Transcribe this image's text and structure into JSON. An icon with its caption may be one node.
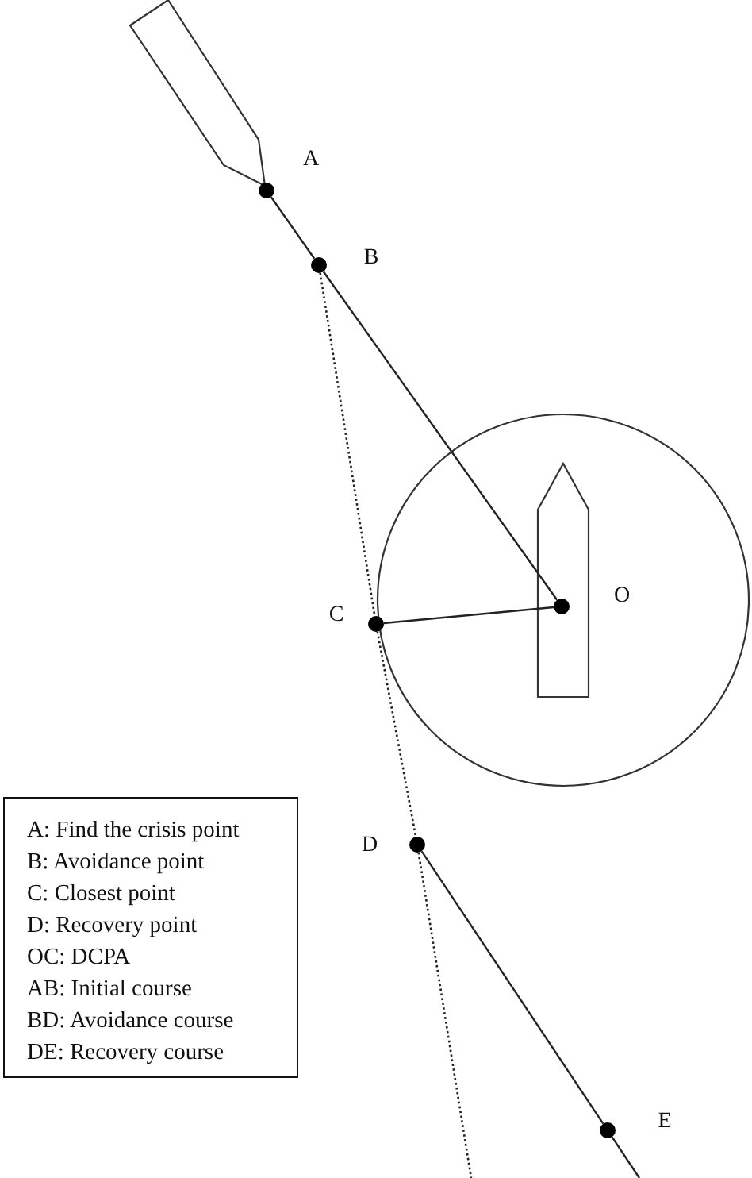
{
  "diagram": {
    "nodes": [
      {
        "text": [],
        "shape": "circle",
        "beside": [
          "A"
        ]
      },
      {
        "text": [],
        "shape": "circle",
        "beside": [
          "B"
        ]
      },
      {
        "text": [],
        "shape": "circle",
        "beside": [
          "O"
        ]
      },
      {
        "text": [],
        "shape": "circle",
        "beside": [
          "C"
        ]
      },
      {
        "text": [],
        "shape": "circle",
        "beside": [
          "D"
        ]
      },
      {
        "text": [],
        "shape": "circle",
        "beside": [
          "E"
        ]
      }
    ],
    "edges": [
      {
        "from": 0,
        "to": 1,
        "arrow": "none"
      },
      {
        "from": 1,
        "to": 2,
        "arrow": "none"
      },
      {
        "from": 2,
        "to": 3,
        "arrow": "none"
      },
      {
        "from": 1,
        "to": 3,
        "arrow": "none",
        "style": "dashed"
      },
      {
        "from": 3,
        "to": 4,
        "arrow": "none",
        "style": "dashed"
      },
      {
        "from": 4,
        "to": null,
        "arrow": "none",
        "style": "dashed"
      },
      {
        "from": 4,
        "to": 5,
        "arrow": "none"
      },
      {
        "from": 5,
        "to": null,
        "arrow": "none"
      }
    ],
    "legend": [
      {
        "text": "A: Find the crisis point"
      },
      {
        "text": "B: Avoidance point"
      },
      {
        "text": "C: Closest point"
      },
      {
        "text": "D: Recovery point"
      },
      {
        "text": "OC: DCPA"
      },
      {
        "text": "AB: Initial course"
      },
      {
        "text": "BD: Avoidance course"
      },
      {
        "text": "DE: Recovery course"
      }
    ]
  }
}
